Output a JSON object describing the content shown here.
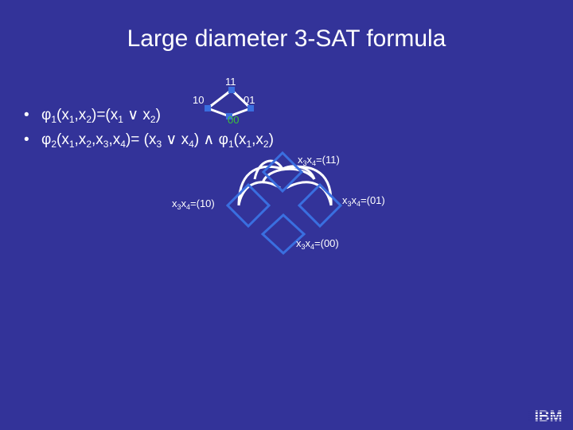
{
  "title": "Large diameter 3-SAT formula",
  "bullets": [
    {
      "parts": [
        [
          "φ",
          ""
        ],
        [
          "1",
          true
        ],
        [
          "(x",
          ""
        ],
        [
          "1",
          true
        ],
        [
          ",x",
          ""
        ],
        [
          "2",
          true
        ],
        [
          ")=(x",
          ""
        ],
        [
          "1",
          true
        ],
        [
          " ∨ x",
          ""
        ],
        [
          "2",
          true
        ],
        [
          ")",
          ""
        ]
      ]
    },
    {
      "parts": [
        [
          "φ",
          ""
        ],
        [
          "2",
          true
        ],
        [
          "(x",
          ""
        ],
        [
          "1",
          true
        ],
        [
          ",x",
          ""
        ],
        [
          "2",
          true
        ],
        [
          ",x",
          ""
        ],
        [
          "3",
          true
        ],
        [
          ",x",
          ""
        ],
        [
          "4",
          true
        ],
        [
          ")=  (x",
          ""
        ],
        [
          "3",
          true
        ],
        [
          " ∨ x",
          ""
        ],
        [
          "4",
          true
        ],
        [
          ") ∧ φ",
          ""
        ],
        [
          "1",
          true
        ],
        [
          "(x",
          ""
        ],
        [
          "1",
          true
        ],
        [
          ",x",
          ""
        ],
        [
          "2",
          true
        ],
        [
          ")",
          ""
        ]
      ]
    }
  ],
  "small_diamond_labels": {
    "top": "11",
    "left": "10",
    "right": "01",
    "bottom": "00"
  },
  "big_diamond_labels": {
    "top": {
      "pre": "x",
      "s1": "3",
      "mid": "x",
      "s2": "4",
      "post": "=(11)"
    },
    "left": {
      "pre": "x",
      "s1": "3",
      "mid": "x",
      "s2": "4",
      "post": "=(10)"
    },
    "right": {
      "pre": "x",
      "s1": "3",
      "mid": "x",
      "s2": "4",
      "post": "=(01)"
    },
    "bottom": {
      "pre": "x",
      "s1": "3",
      "mid": "x",
      "s2": "4",
      "post": "=(00)"
    }
  },
  "colors": {
    "background": "#333399",
    "node": "#3a6fe0",
    "edge": "#ffffff",
    "highlight": "#3cc13c"
  },
  "logo": "IBM"
}
